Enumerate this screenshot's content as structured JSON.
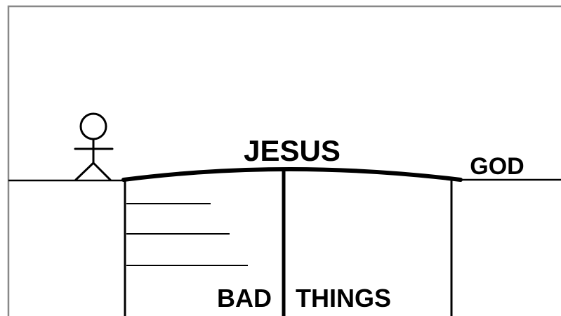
{
  "labels": {
    "bridge": "JESUS",
    "far_side": "GOD",
    "chasm_left": "BAD",
    "chasm_right": "THINGS"
  },
  "colors": {
    "background": "#ffffff",
    "ink": "#000000",
    "frame": "#888888"
  }
}
